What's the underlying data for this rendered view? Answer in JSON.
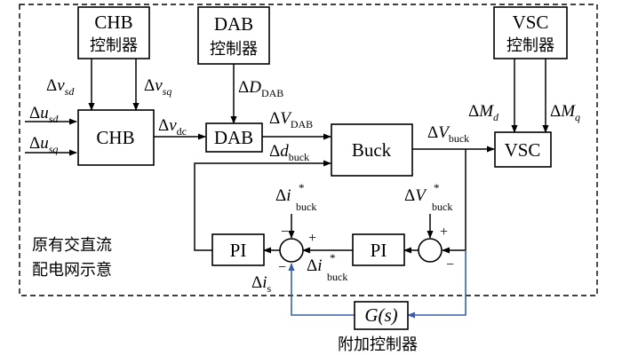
{
  "diagram": {
    "boundary_label_line1": "原有交直流",
    "boundary_label_line2": "配电网示意",
    "blocks": {
      "chb_ctrl": {
        "line1": "CHB",
        "line2": "控制器"
      },
      "dab_ctrl": {
        "line1": "DAB",
        "line2": "控制器"
      },
      "vsc_ctrl": {
        "line1": "VSC",
        "line2": "控制器"
      },
      "chb": "CHB",
      "dab": "DAB",
      "buck": "Buck",
      "vsc": "VSC",
      "pi_left": "PI",
      "pi_right": "PI",
      "gs": "G(s)"
    },
    "gs_caption": "附加控制器",
    "signals": {
      "dv_sd": {
        "delta": "Δ",
        "sym": "v",
        "sub": "sd"
      },
      "dv_sq": {
        "delta": "Δ",
        "sym": "v",
        "sub": "sq"
      },
      "du_sd": {
        "delta": "Δ",
        "sym": "u",
        "sub": "sd"
      },
      "du_sq": {
        "delta": "Δ",
        "sym": "u",
        "sub": "sq"
      },
      "dv_dc": {
        "delta": "Δ",
        "sym": "v",
        "sub": "dc"
      },
      "dD_dab": {
        "delta": "Δ",
        "sym": "D",
        "sub": "DAB"
      },
      "dV_dab": {
        "delta": "Δ",
        "sym": "V",
        "sub": "DAB"
      },
      "dd_buck": {
        "delta": "Δ",
        "sym": "d",
        "sub": "buck"
      },
      "dV_buck": {
        "delta": "Δ",
        "sym": "V",
        "sub": "buck"
      },
      "dM_d": {
        "delta": "Δ",
        "sym": "M",
        "sub": "d"
      },
      "dM_q": {
        "delta": "Δ",
        "sym": "M",
        "sub": "q"
      },
      "di_buck_ref_top": {
        "delta": "Δ",
        "sym": "i",
        "sup": "*",
        "sub": "buck"
      },
      "dV_buck_ref": {
        "delta": "Δ",
        "sym": "V",
        "sup": "*",
        "sub": "buck"
      },
      "di_buck_ref_mid": {
        "delta": "Δ",
        "sym": "i",
        "sup": "*",
        "sub": "buck"
      },
      "di_s": {
        "delta": "Δ",
        "sym": "i",
        "sub": "s"
      }
    },
    "sum_signs": {
      "left_top": "−",
      "left_right": "+",
      "left_bottom": "−",
      "right_top": "+",
      "right_bottom": "−"
    }
  }
}
